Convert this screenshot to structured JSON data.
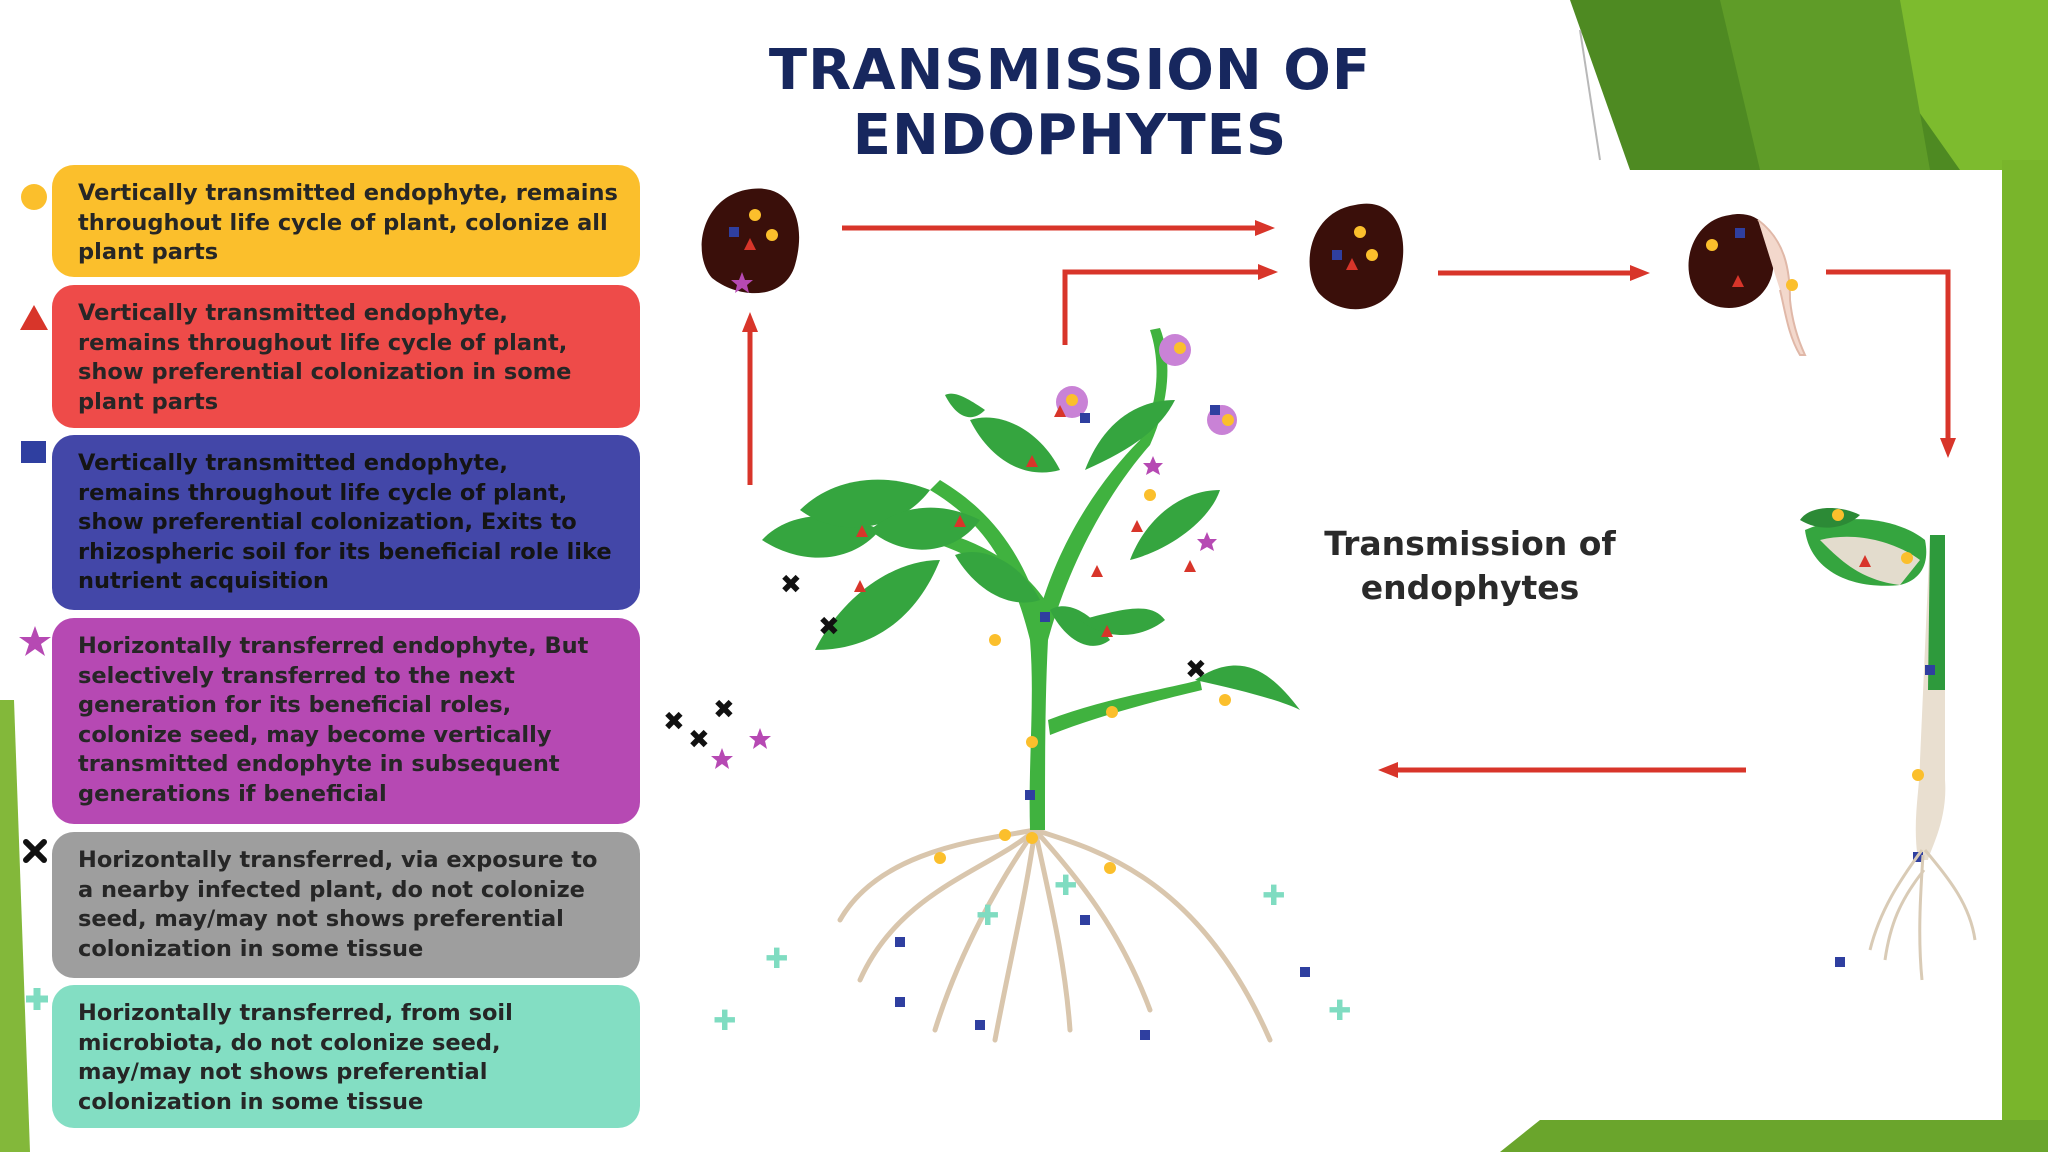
{
  "slide": {
    "title": "TRANSMISSION OF ENDOPHYTES"
  },
  "colors": {
    "title": "#17275e",
    "arrow": "#d8352a",
    "legend_yellow": "#fbbf2c",
    "legend_red": "#ee4b49",
    "legend_blue": "#4347a8",
    "legend_purple": "#b649b3",
    "legend_gray": "#9e9e9e",
    "legend_teal": "#83dec3",
    "accent_green": "#6aa52c"
  },
  "legend": [
    {
      "marker": "yellow-circle",
      "lines": [
        "Vertically transmitted endophyte, remains",
        "throughout life cycle of plant, colonize all",
        "plant parts"
      ]
    },
    {
      "marker": "red-triangle",
      "lines": [
        "Vertically transmitted endophyte,",
        "remains throughout life cycle of plant,",
        "show preferential colonization in some",
        "plant parts"
      ]
    },
    {
      "marker": "blue-square",
      "lines": [
        "Vertically transmitted endophyte,",
        "remains throughout life cycle of plant,",
        "show preferential colonization, Exits to",
        "rhizospheric soil for its beneficial role like",
        "nutrient acquisition"
      ]
    },
    {
      "marker": "purple-star",
      "lines": [
        "Horizontally transferred endophyte, But",
        "selectively transferred to the next",
        "generation for its beneficial roles,",
        "colonize seed, may become vertically",
        "transmitted endophyte in subsequent",
        "generations if beneficial"
      ]
    },
    {
      "marker": "black-cross",
      "lines": [
        "Horizontally transferred, via exposure to",
        "a nearby infected plant, do not colonize",
        "seed, may/may not shows preferential",
        "colonization in some tissue"
      ]
    },
    {
      "marker": "teal-plus",
      "lines": [
        "Horizontally transferred, from soil",
        "microbiota, do not colonize seed,",
        "may/may not shows preferential",
        "colonization in some tissue"
      ]
    }
  ],
  "diagram": {
    "label_lines": [
      "Transmission of",
      "endophytes"
    ]
  }
}
